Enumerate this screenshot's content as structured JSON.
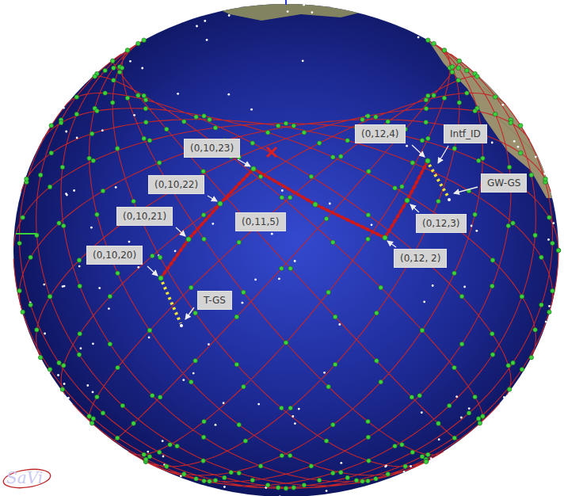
{
  "diagram": {
    "nodes": [
      {
        "text": [
          "(0,12,4)"
        ]
      },
      {
        "text": [
          "Intf_ID"
        ]
      },
      {
        "text": [
          "(0,10,23)"
        ]
      },
      {
        "text": [
          "GW-GS"
        ]
      },
      {
        "text": [
          "(0,10,22)"
        ]
      },
      {
        "text": [
          "(0,10,21)"
        ]
      },
      {
        "text": [
          "(0,11,5)"
        ]
      },
      {
        "text": [
          "(0,12,3)"
        ]
      },
      {
        "text": [
          "(0,10,20)"
        ]
      },
      {
        "text": [
          "(0,12, 2)"
        ]
      },
      {
        "text": [
          "T-GS"
        ]
      }
    ],
    "labels": [
      "SaVi"
    ]
  }
}
